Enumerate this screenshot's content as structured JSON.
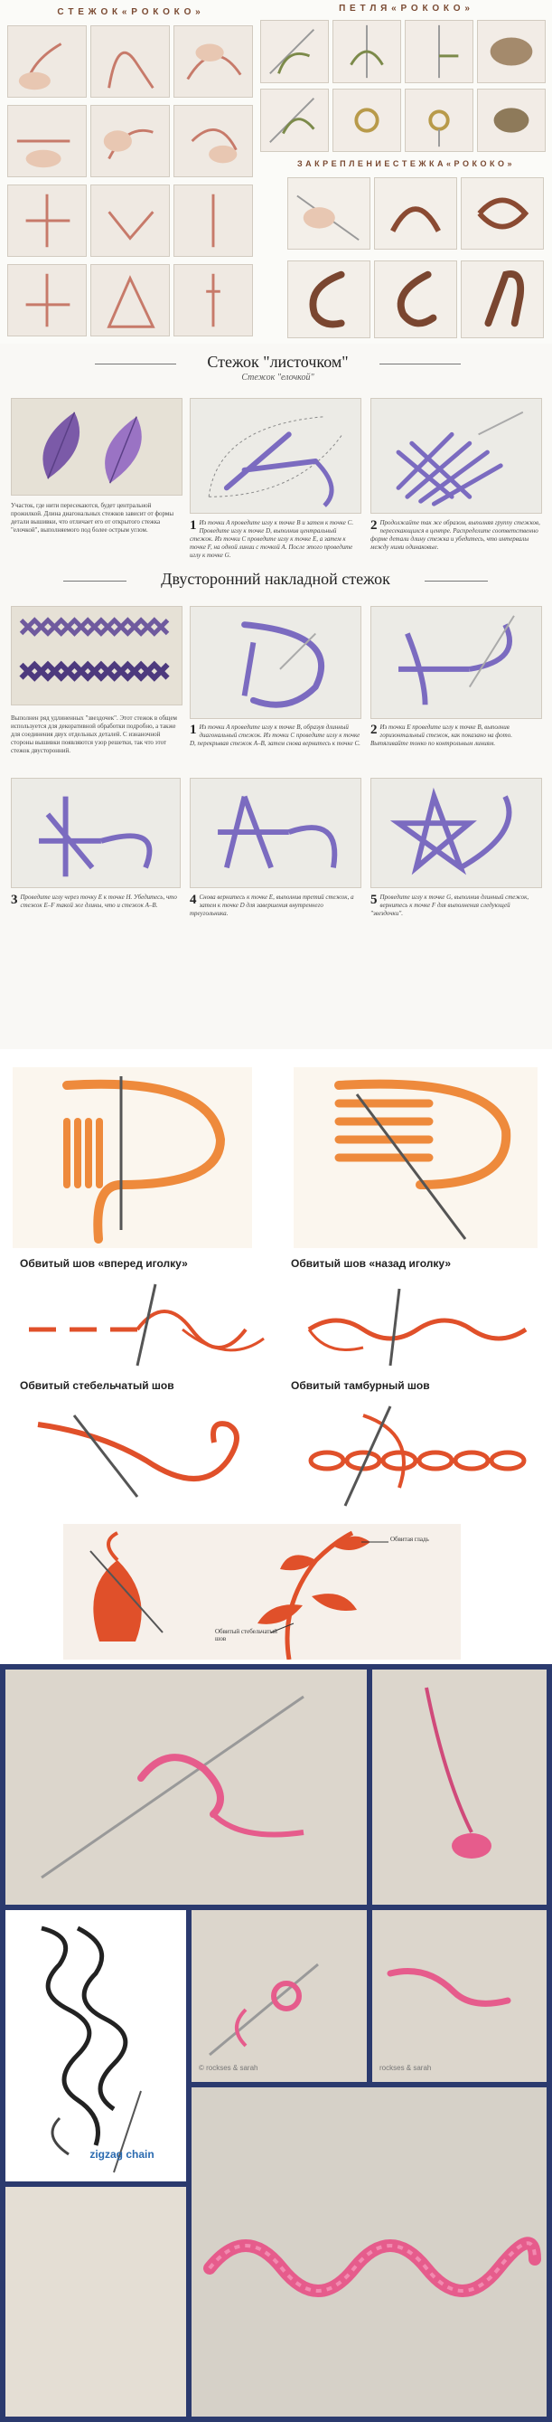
{
  "rococo": {
    "stitch_title": "С Т Е Ж О К  « Р О К О К О »",
    "loop_title": "П Е Т Л Я  « Р О К О К О »",
    "fix_title": "З А К Р Е П Л Е Н И Е  С Т Е Ж К А  « Р О К О К О »"
  },
  "leaf": {
    "title": "Стежок \"листочком\"",
    "subtitle": "Стежок \"елочкой\"",
    "text": "Участок, где нити пересекаются, будет центральной прожилкой. Длина диагональных стежков зависит от формы детали вышивки, что отличает его от открытого стежка \"елочкой\", выполняемого под более острым углом.",
    "step1": "Из точки A проведите иглу к точке B и затем к точке C. Проведите иглу к точке D, выполнив центральный стежок. Из точки C проведите иглу к точке E, а затем к точке F, на одной линии с точкой A. После этого проведите иглу к точке G.",
    "step2": "Продолжайте так же образом, выполняя группу стежков, пересекающихся в центре. Распределите соответственно форме детали длину стежка и убедитесь, что интервалы между ними одинаковые."
  },
  "double": {
    "title": "Двусторонний накладной стежок",
    "text": "Выполнен ряд удлиненных \"звездочек\". Этот стежок в общем используется для декоративной обработки подробно, а также для соединения двух отдельных деталей. С изнаночной стороны вышивки появляются узор решетки, так что этот стежок двусторонний.",
    "step1": "Из точки A проведите иглу к точке B, образуя длинный диагональный стежок. Из точки C проведите иглу к точке D, перекрывая стежок A–B, затем снова вернитесь к точке C.",
    "step2": "Из точки E проведите иглу к точке B, выполнив горизонтальный стежок, как показано на фото. Вытягивайте тонко по контрольным линиям.",
    "step3": "Проведите иглу через точку E к точке H. Убедитесь, что стежок E–F такой же длины, что и стежок A–B.",
    "step4": "Снова вернитесь к точке E, выполнив третий стежок, а затем к точке D для завершения внутреннего треугольника.",
    "step5": "Проведите иглу к точке G, выполнив длинный стежок, вернитесь к точке F для выполнения следующей \"звездочки\"."
  },
  "whipped": {
    "forward": "Обвитый шов «вперед иголку»",
    "back": "Обвитый шов «назад иголку»",
    "stem": "Обвитый стебельчатый шов",
    "chain": "Обвитый тамбурный шов",
    "satin_label": "Обвитая гладь",
    "stem_label": "Обвитый стебельчатый шов"
  },
  "bottom": {
    "zigzag": "zigzag chain",
    "watermark1": "© rockses & sarah",
    "watermark2": "rockses & sarah"
  },
  "colors": {
    "purple": "#7b6bc0",
    "orange": "#ee8a3c",
    "red": "#e0502a",
    "rust": "#8a4a32",
    "pink": "#e65c8c",
    "navy_frame": "#2b3a6e"
  }
}
